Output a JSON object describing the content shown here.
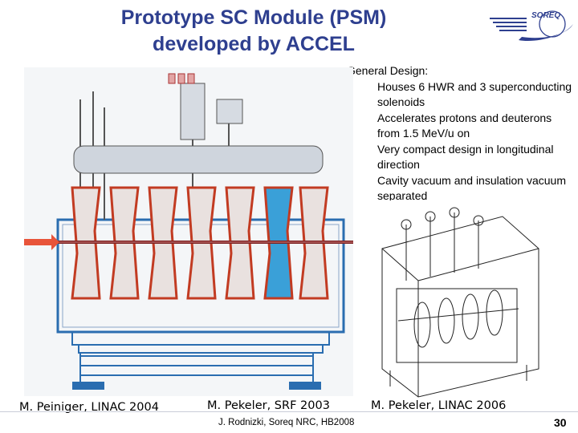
{
  "slide": {
    "title_line1": "Prototype SC Module (PSM)",
    "title_line2": "developed by ACCEL",
    "logo_text": "SOREQ",
    "general_design": {
      "heading": "General Design:",
      "bullets": [
        "Houses 6 HWR and 3 superconducting solenoids",
        "Accelerates protons and deuterons from 1.5 MeV/u on",
        "Very compact design in longitudinal direction",
        "Cavity vacuum and insulation vacuum separated"
      ]
    },
    "captions": {
      "left": "M. Peiniger, LINAC 2004",
      "middle": "M. Pekeler, SRF 2003",
      "right": "M. Pekeler, LINAC 2006"
    },
    "footer": "J. Rodnizki, Soreq NRC, HB2008",
    "page_number": "30",
    "colors": {
      "title": "#2e3f8f",
      "drawing_frame": "#2a6db0",
      "cavity_fill": "#c23b22",
      "beam_arrow": "#e8543a",
      "highlight_cavity": "#3aa0d8"
    }
  }
}
